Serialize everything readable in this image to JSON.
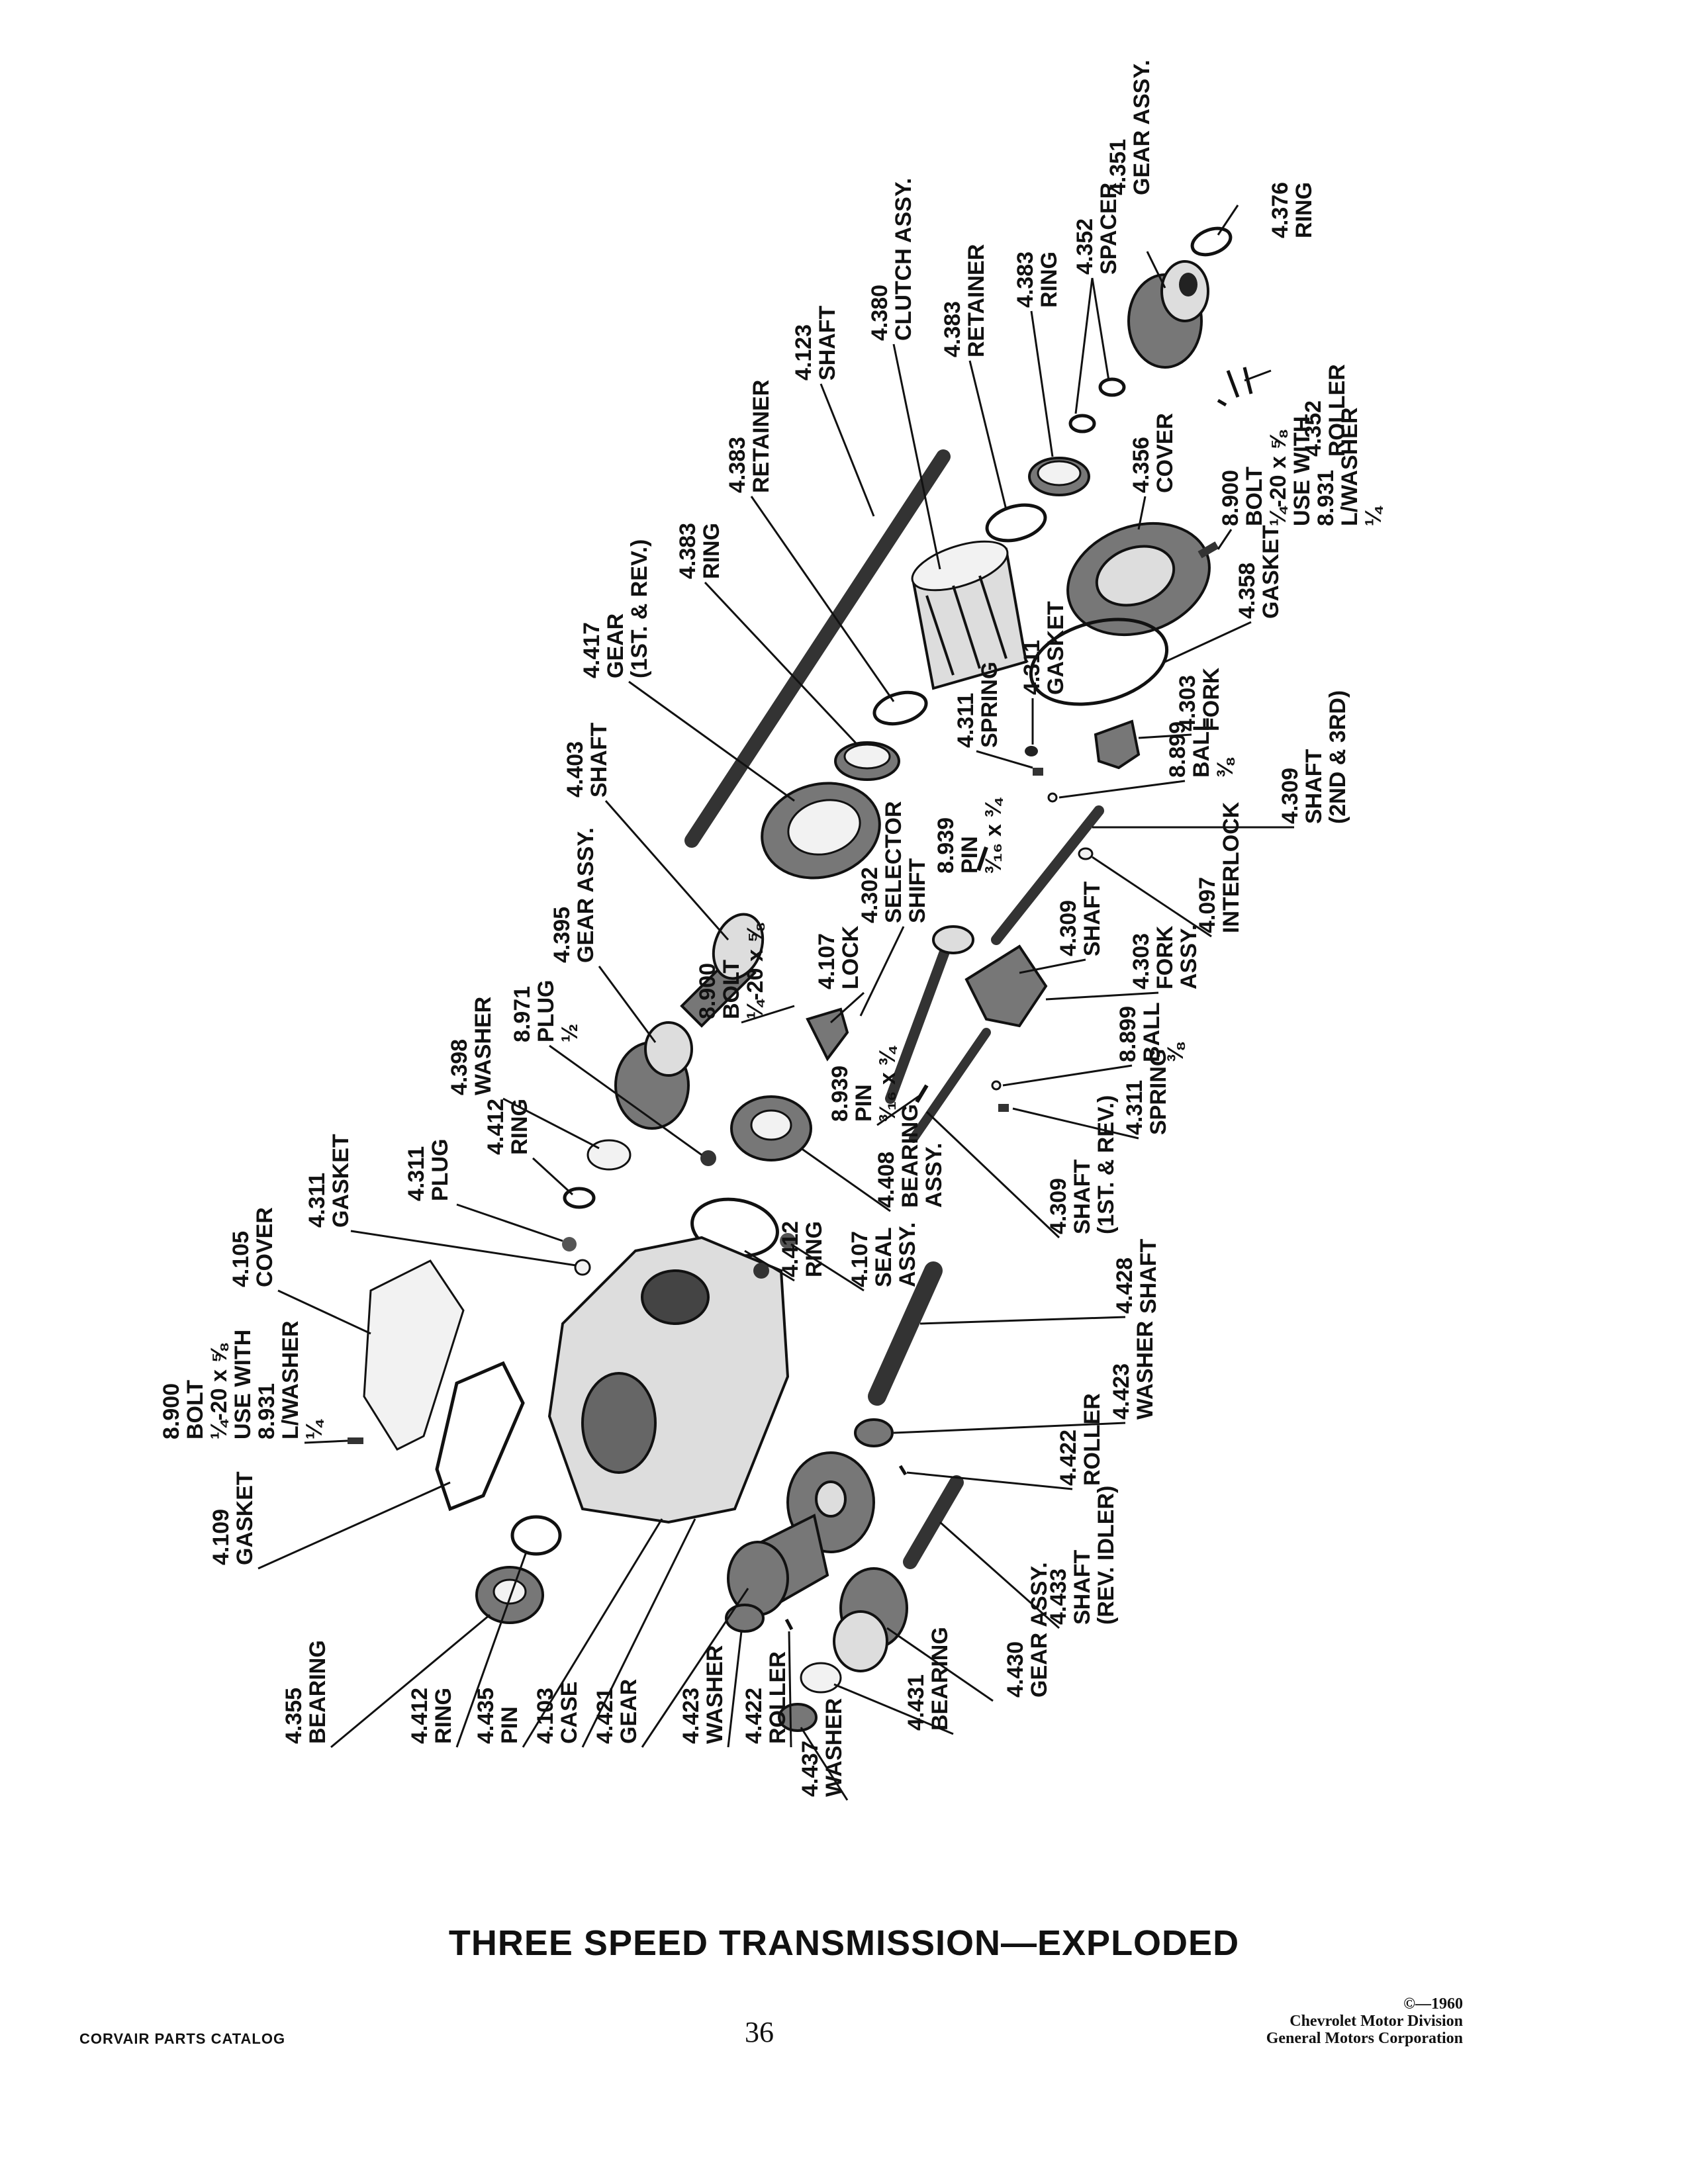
{
  "title": "THREE SPEED TRANSMISSION—EXPLODED",
  "footer": {
    "catalog": "CORVAIR PARTS CATALOG",
    "page": "36",
    "copyright": "©—1960",
    "division": "Chevrolet Motor Division",
    "corporation": "General Motors Corporation"
  },
  "callouts": [
    {
      "id": "c-4351-gear-assy",
      "lines": [
        "4.351",
        "GEAR ASSY."
      ]
    },
    {
      "id": "c-4376-ring",
      "lines": [
        "4.376",
        "RING"
      ]
    },
    {
      "id": "c-4352-spacer",
      "lines": [
        "4.352",
        "SPACER"
      ]
    },
    {
      "id": "c-4383-ring-top",
      "lines": [
        "4.383",
        "RING"
      ]
    },
    {
      "id": "c-4383-retainer-top",
      "lines": [
        "4.383",
        "RETAINER"
      ]
    },
    {
      "id": "c-4380-clutch-assy",
      "lines": [
        "4.380",
        "CLUTCH ASSY."
      ]
    },
    {
      "id": "c-4123-shaft",
      "lines": [
        "4.123",
        "SHAFT"
      ]
    },
    {
      "id": "c-4352-roller",
      "lines": [
        "4.352",
        "ROLLER"
      ]
    },
    {
      "id": "c-4356-cover",
      "lines": [
        "4.356",
        "COVER"
      ]
    },
    {
      "id": "c-8900-bolt-top",
      "lines": [
        "8.900",
        "BOLT",
        "¼-20 x ⅝",
        "USE WITH",
        "8.931",
        "L/WASHER",
        "¼"
      ]
    },
    {
      "id": "c-4383-retainer",
      "lines": [
        "4.383",
        "RETAINER"
      ]
    },
    {
      "id": "c-4383-ring",
      "lines": [
        "4.383",
        "RING"
      ]
    },
    {
      "id": "c-4417-gear",
      "lines": [
        "4.417",
        "GEAR",
        "(1ST. & REV.)"
      ]
    },
    {
      "id": "c-4311-gasket-mid",
      "lines": [
        "4.311",
        "GASKET"
      ]
    },
    {
      "id": "c-4311-spring-mid",
      "lines": [
        "4.311",
        "SPRING"
      ]
    },
    {
      "id": "c-4358-gasket",
      "lines": [
        "4.358",
        "GASKET"
      ]
    },
    {
      "id": "c-4303-fork-top",
      "lines": [
        "4.303",
        "FORK"
      ]
    },
    {
      "id": "c-8939-pin-top",
      "lines": [
        "8.939",
        "PIN",
        "³⁄₁₆ x ¾"
      ]
    },
    {
      "id": "c-8899-ball-top",
      "lines": [
        "8.899",
        "BALL",
        "⅜"
      ]
    },
    {
      "id": "c-4309-shaft-2nd3rd",
      "lines": [
        "4.309",
        "SHAFT",
        "(2ND & 3RD)"
      ]
    },
    {
      "id": "c-4403-shaft",
      "lines": [
        "4.403",
        "SHAFT"
      ]
    },
    {
      "id": "c-4302-selector",
      "lines": [
        "4.302",
        "SELECTOR",
        "SHIFT"
      ]
    },
    {
      "id": "c-4107-lock",
      "lines": [
        "4.107",
        "LOCK"
      ]
    },
    {
      "id": "c-4097-interlock",
      "lines": [
        "4.097",
        "INTERLOCK"
      ]
    },
    {
      "id": "c-4309-shaft-mid",
      "lines": [
        "4.309",
        "SHAFT"
      ]
    },
    {
      "id": "c-4303-fork-assy",
      "lines": [
        "4.303",
        "FORK",
        "ASSY."
      ]
    },
    {
      "id": "c-4395-gear-assy",
      "lines": [
        "4.395",
        "GEAR ASSY."
      ]
    },
    {
      "id": "c-8900-bolt-mid",
      "lines": [
        "8.900",
        "BOLT",
        "¼-20 x ⅝"
      ]
    },
    {
      "id": "c-4398-washer",
      "lines": [
        "4.398",
        "WASHER"
      ]
    },
    {
      "id": "c-8971-plug",
      "lines": [
        "8.971",
        "PLUG",
        "½"
      ]
    },
    {
      "id": "c-8899-ball-low",
      "lines": [
        "8.899",
        "BALL",
        "⅜"
      ]
    },
    {
      "id": "c-4311-spring-low",
      "lines": [
        "4.311",
        "SPRING"
      ]
    },
    {
      "id": "c-4412-ring-upper",
      "lines": [
        "4.412",
        "RING"
      ]
    },
    {
      "id": "c-8939-pin-low",
      "lines": [
        "8.939",
        "PIN",
        "³⁄₁₆ x ¾"
      ]
    },
    {
      "id": "c-4408-bearing-assy",
      "lines": [
        "4.408",
        "BEARING",
        "ASSY."
      ]
    },
    {
      "id": "c-4311-plug",
      "lines": [
        "4.311",
        "PLUG"
      ]
    },
    {
      "id": "c-4311-gasket-left",
      "lines": [
        "4.311",
        "GASKET"
      ]
    },
    {
      "id": "c-4309-shaft-1strev",
      "lines": [
        "4.309",
        "SHAFT",
        "(1ST. & REV.)"
      ]
    },
    {
      "id": "c-4412-ring-mid",
      "lines": [
        "4.412",
        "RING"
      ]
    },
    {
      "id": "c-4107-seal-assy",
      "lines": [
        "4.107",
        "SEAL",
        "ASSY."
      ]
    },
    {
      "id": "c-4105-cover",
      "lines": [
        "4.105",
        "COVER"
      ]
    },
    {
      "id": "c-4428-shaft",
      "lines": [
        "4.428",
        "SHAFT"
      ]
    },
    {
      "id": "c-8900-bolt-left",
      "lines": [
        "8.900",
        "BOLT",
        "¼-20 x ⅝",
        "USE WITH",
        "8.931",
        "L/WASHER",
        "¼"
      ]
    },
    {
      "id": "c-4423-washer-right",
      "lines": [
        "4.423",
        "WASHER"
      ]
    },
    {
      "id": "c-4422-roller-right",
      "lines": [
        "4.422",
        "ROLLER"
      ]
    },
    {
      "id": "c-4109-gasket",
      "lines": [
        "4.109",
        "GASKET"
      ]
    },
    {
      "id": "c-4433-shaft",
      "lines": [
        "4.433",
        "SHAFT",
        "(REV. IDLER)"
      ]
    },
    {
      "id": "c-4355-bearing",
      "lines": [
        "4.355",
        "BEARING"
      ]
    },
    {
      "id": "c-4412-ring-low",
      "lines": [
        "4.412",
        "RING"
      ]
    },
    {
      "id": "c-4435-pin",
      "lines": [
        "4.435",
        "PIN"
      ]
    },
    {
      "id": "c-4103-case",
      "lines": [
        "4.103",
        "CASE"
      ]
    },
    {
      "id": "c-4421-gear",
      "lines": [
        "4.421",
        "GEAR"
      ]
    },
    {
      "id": "c-4423-washer-low",
      "lines": [
        "4.423",
        "WASHER"
      ]
    },
    {
      "id": "c-4422-roller-low",
      "lines": [
        "4.422",
        "ROLLER"
      ]
    },
    {
      "id": "c-4437-washer",
      "lines": [
        "4.437",
        "WASHER"
      ]
    },
    {
      "id": "c-4431-bearing",
      "lines": [
        "4.431",
        "BEARING"
      ]
    },
    {
      "id": "c-4430-gear-assy",
      "lines": [
        "4.430",
        "GEAR ASSY."
      ]
    }
  ]
}
